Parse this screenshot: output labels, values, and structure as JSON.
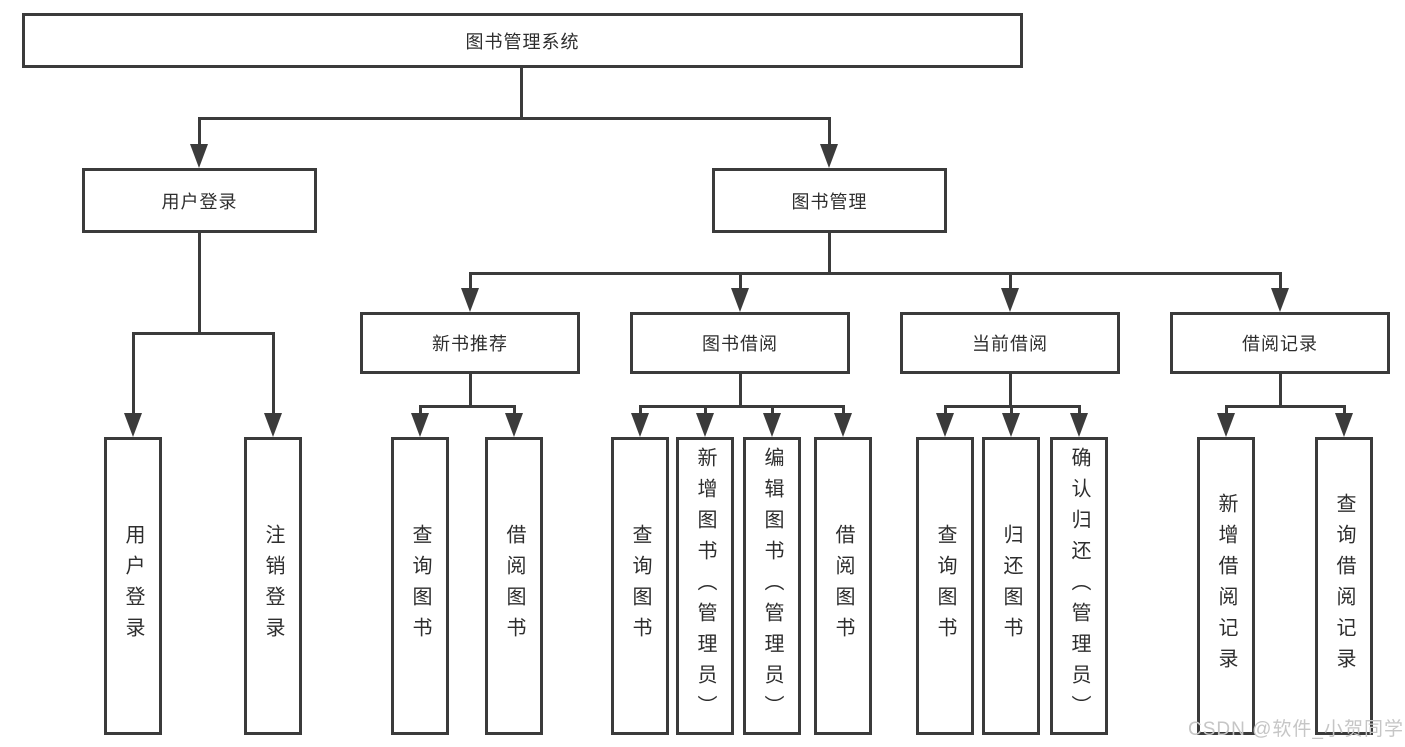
{
  "diagram": {
    "root": {
      "label": "图书管理系统"
    },
    "level2": [
      {
        "label": "用户登录"
      },
      {
        "label": "图书管理"
      }
    ],
    "level3": [
      {
        "label": "新书推荐"
      },
      {
        "label": "图书借阅"
      },
      {
        "label": "当前借阅"
      },
      {
        "label": "借阅记录"
      }
    ],
    "leaves": {
      "user_login": [
        "用户登录",
        "注销登录"
      ],
      "new_books": [
        "查询图书",
        "借阅图书"
      ],
      "book_borrow": [
        "查询图书",
        "新增图书（管理员）",
        "编辑图书（管理员）",
        "借阅图书"
      ],
      "current_borrow": [
        "查询图书",
        "归还图书",
        "确认归还（管理员）"
      ],
      "borrow_records": [
        "新增借阅记录",
        "查询借阅记录"
      ]
    }
  },
  "watermark": {
    "text": "CSDN @软件_小贺同学"
  },
  "colors": {
    "line": "#3b3b3b",
    "text": "#2e2e2e",
    "watermark": "#c6c6c6",
    "background": "#ffffff"
  }
}
